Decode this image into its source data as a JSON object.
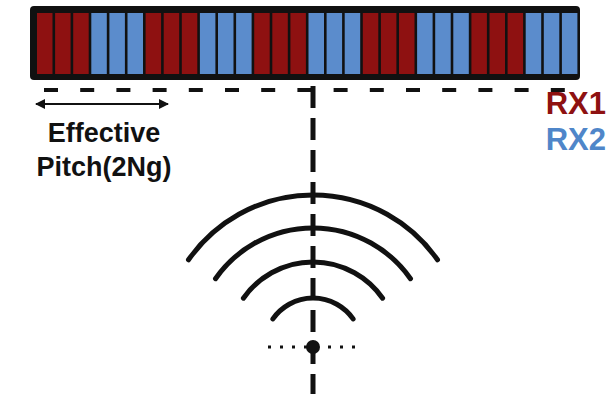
{
  "diagram": {
    "labels": [
      "Effective Pitch(2Ng)",
      "RX1",
      "RX2"
    ]
  }
}
